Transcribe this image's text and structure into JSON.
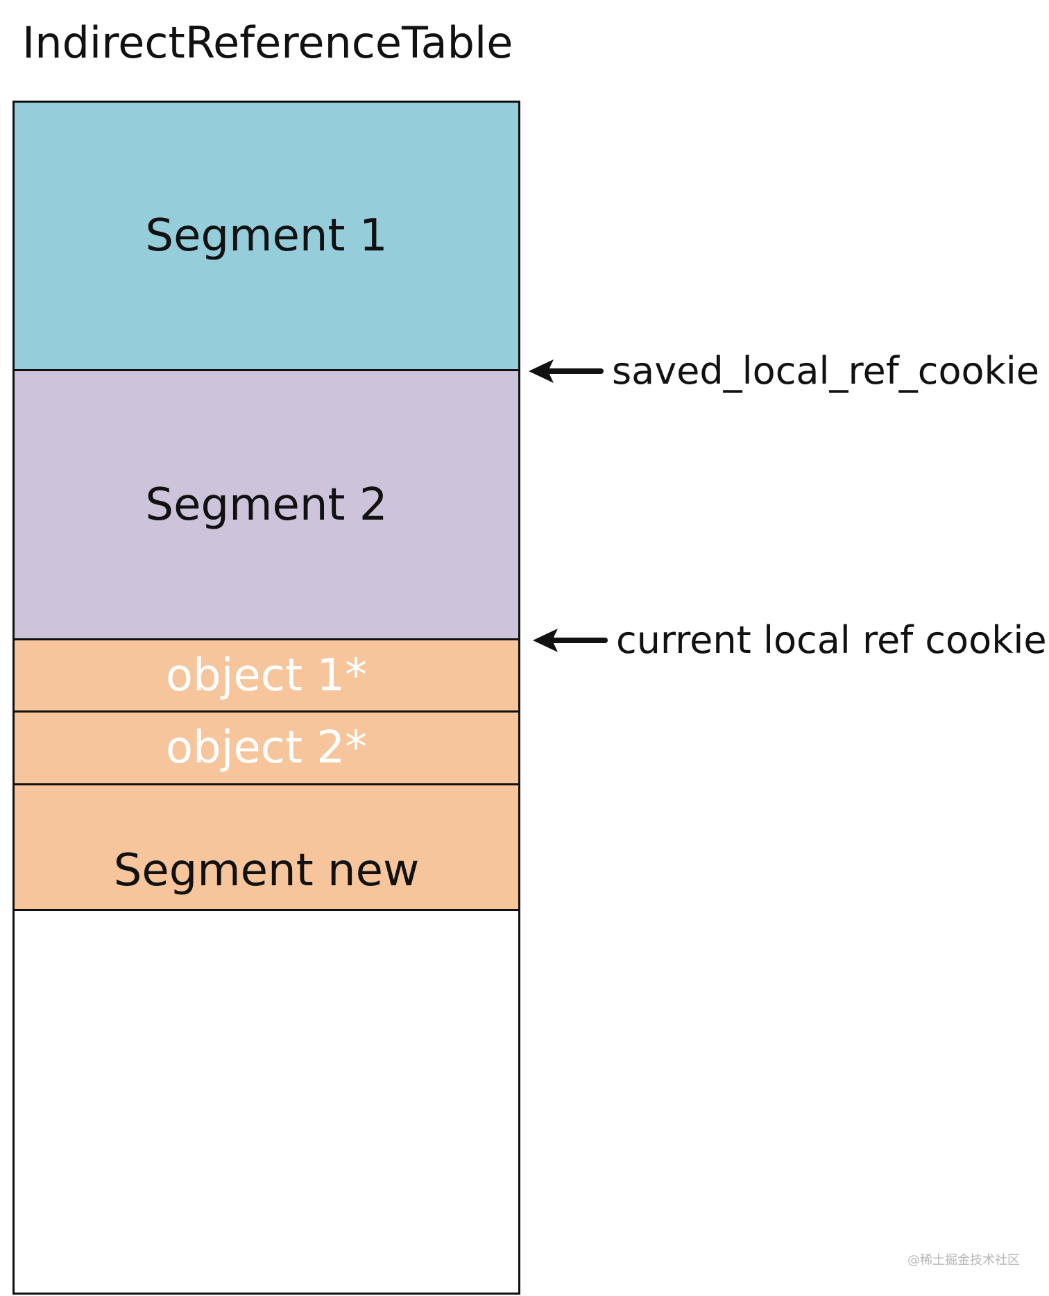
{
  "title": "IndirectReferenceTable",
  "table": {
    "segments": [
      {
        "label": "Segment 1",
        "color": "#95cddb"
      },
      {
        "label": "Segment 2",
        "color": "#cdc3da"
      },
      {
        "label": "object 1*",
        "color": "#f7c59b"
      },
      {
        "label": "object 2*",
        "color": "#f7c59b"
      },
      {
        "label": "Segment new",
        "color": "#f7c59b"
      }
    ]
  },
  "pointers": {
    "saved": {
      "label": "saved_local_ref_cookie",
      "icon": "left-arrow-icon"
    },
    "current": {
      "label": "current local ref cookie",
      "icon": "left-arrow-icon"
    }
  },
  "watermark": "@稀土掘金技术社区"
}
